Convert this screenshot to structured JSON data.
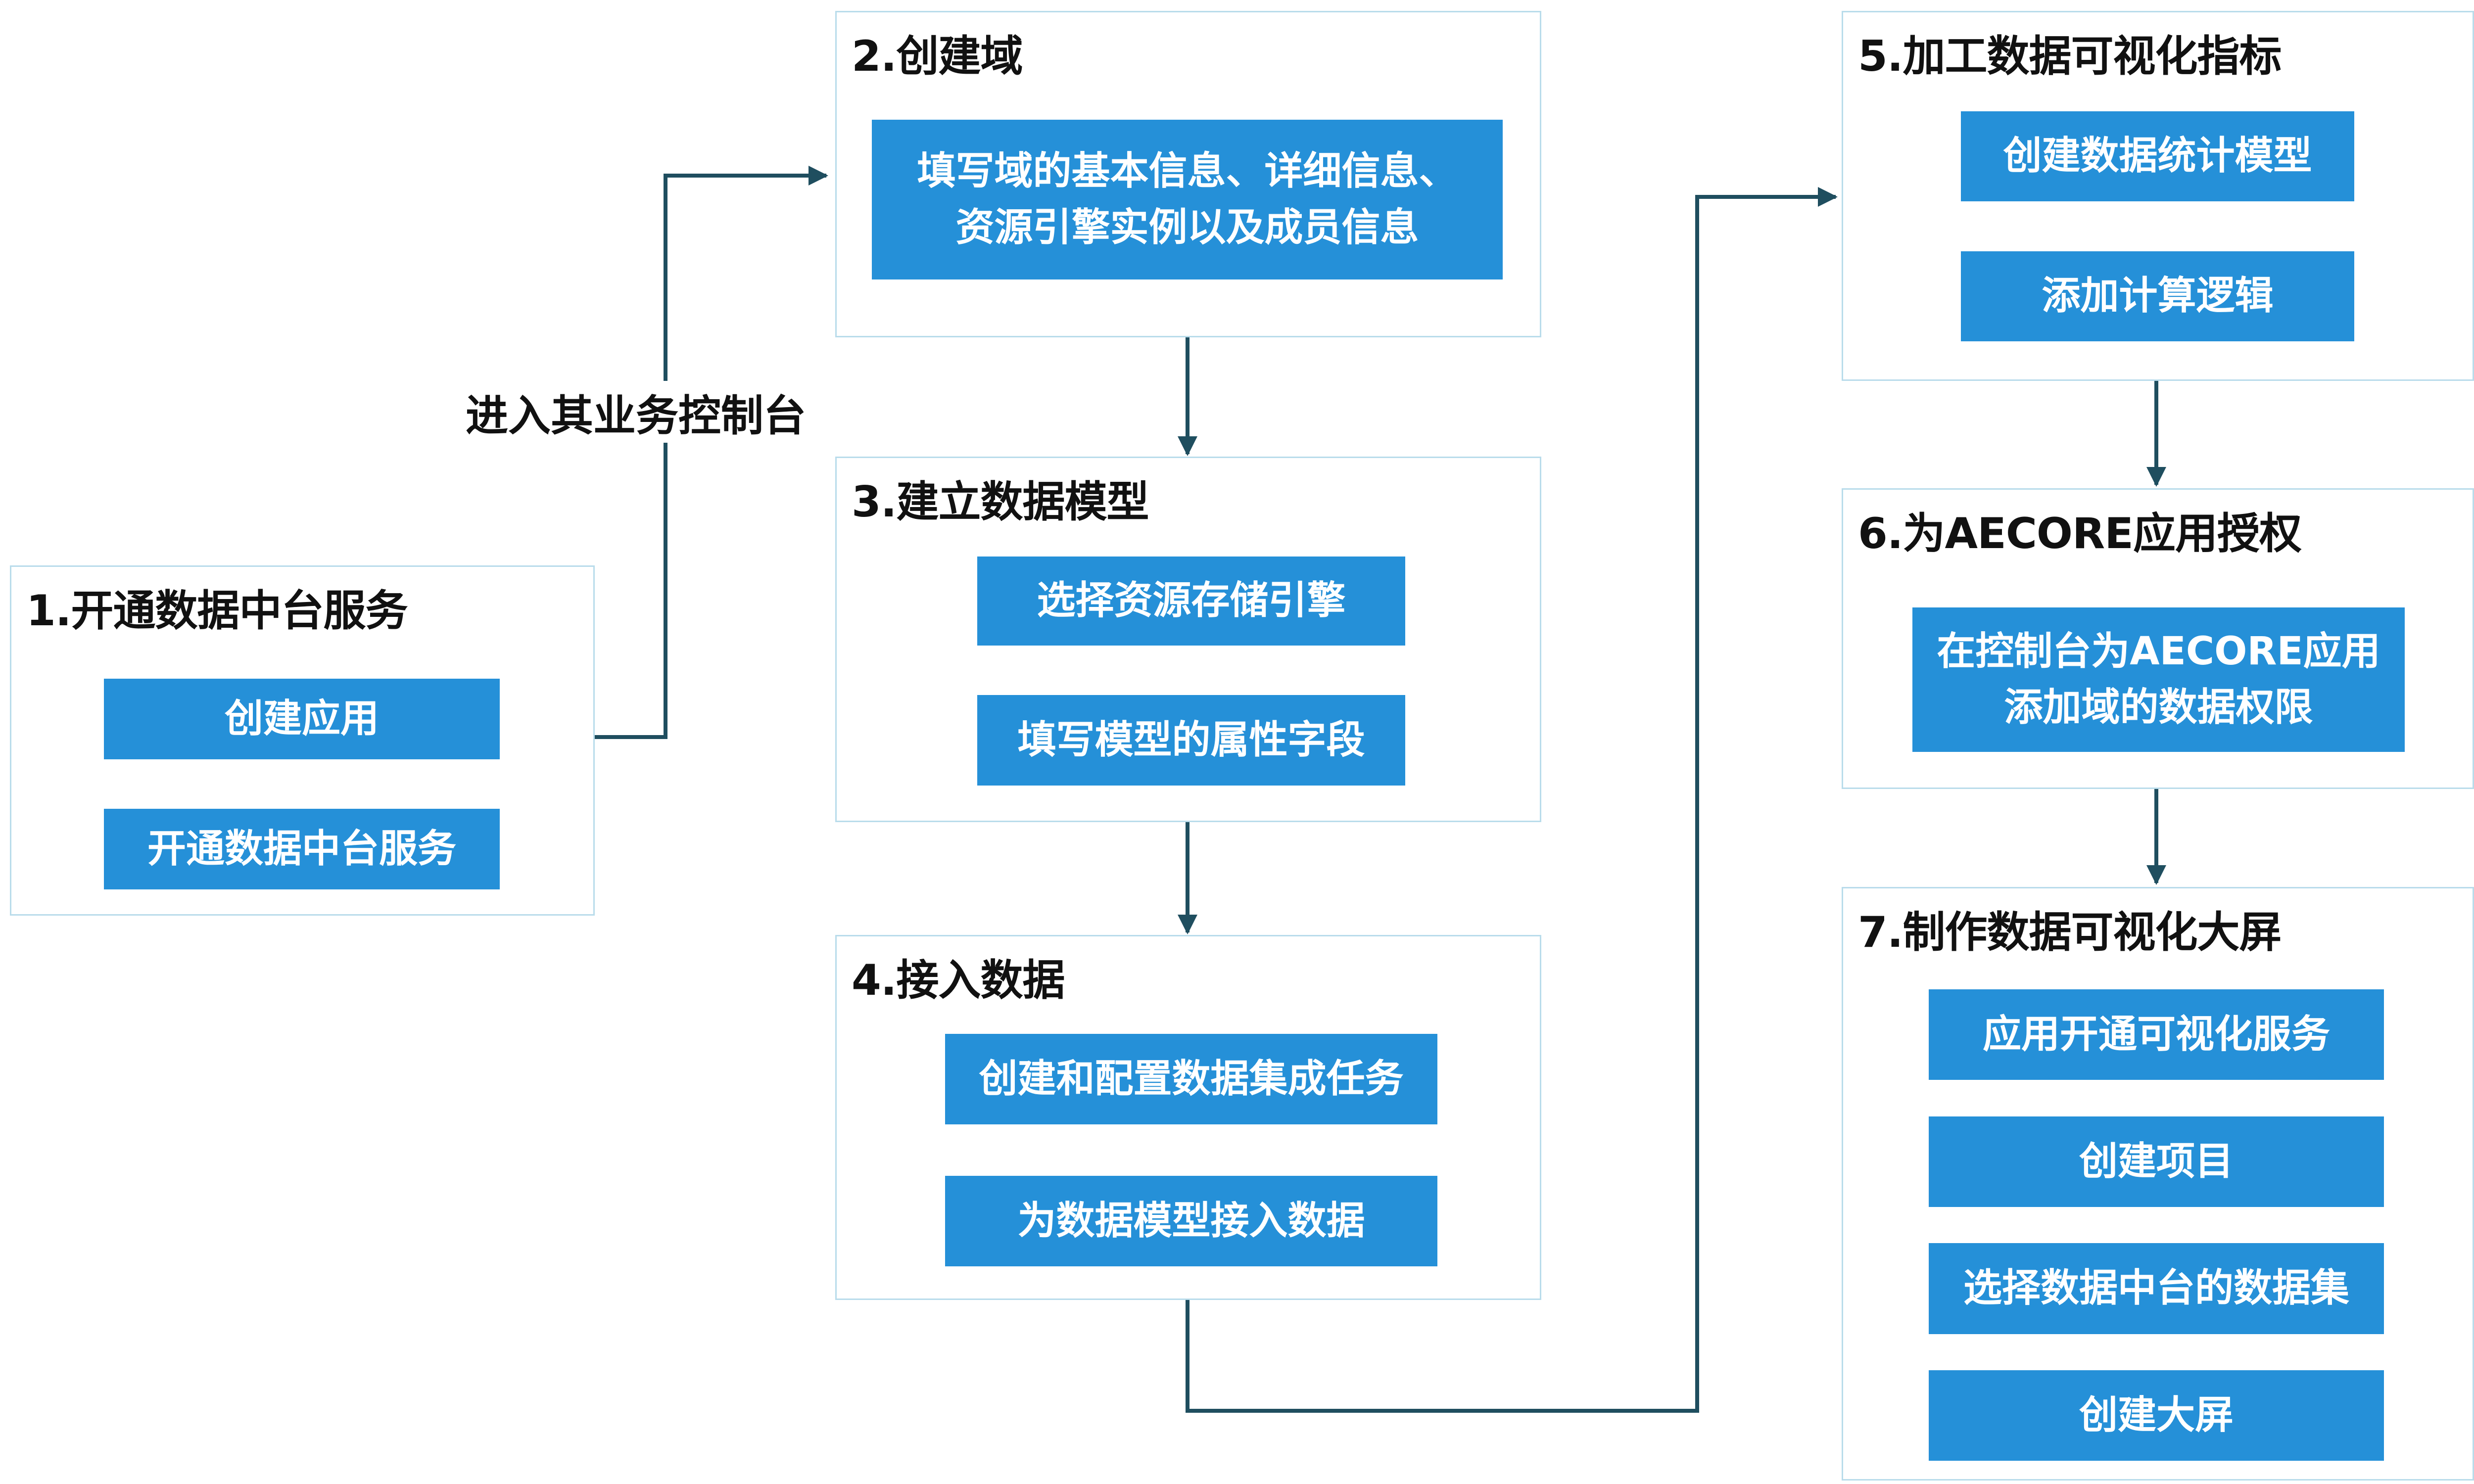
{
  "colors": {
    "panel_border": "#b9dceb",
    "step_fill": "#2590d8",
    "step_text": "#ffffff",
    "connector": "#1f4e5f",
    "small_arrow": "#111111"
  },
  "edge_label": "进入其业务控制台",
  "panels": [
    {
      "title": "1.开通数据中台服务",
      "steps": [
        [
          "创建应用"
        ],
        [
          "开通数据中台服务"
        ]
      ]
    },
    {
      "title": "2.创建域",
      "steps": [
        [
          "填写域的基本信息、详细信息、",
          "资源引擎实例以及成员信息"
        ]
      ]
    },
    {
      "title": "3.建立数据模型",
      "steps": [
        [
          "选择资源存储引擎"
        ],
        [
          "填写模型的属性字段"
        ]
      ]
    },
    {
      "title": "4.接入数据",
      "steps": [
        [
          "创建和配置数据集成任务"
        ],
        [
          "为数据模型接入数据"
        ]
      ]
    },
    {
      "title": "5.加工数据可视化指标",
      "steps": [
        [
          "创建数据统计模型"
        ],
        [
          "添加计算逻辑"
        ]
      ]
    },
    {
      "title": "6.为AECORE应用授权",
      "steps": [
        [
          "在控制台为AECORE应用",
          "添加域的数据权限"
        ]
      ]
    },
    {
      "title": "7.制作数据可视化大屏",
      "steps": [
        [
          "应用开通可视化服务"
        ],
        [
          "创建项目"
        ],
        [
          "选择数据中台的数据集"
        ],
        [
          "创建大屏"
        ]
      ]
    }
  ]
}
